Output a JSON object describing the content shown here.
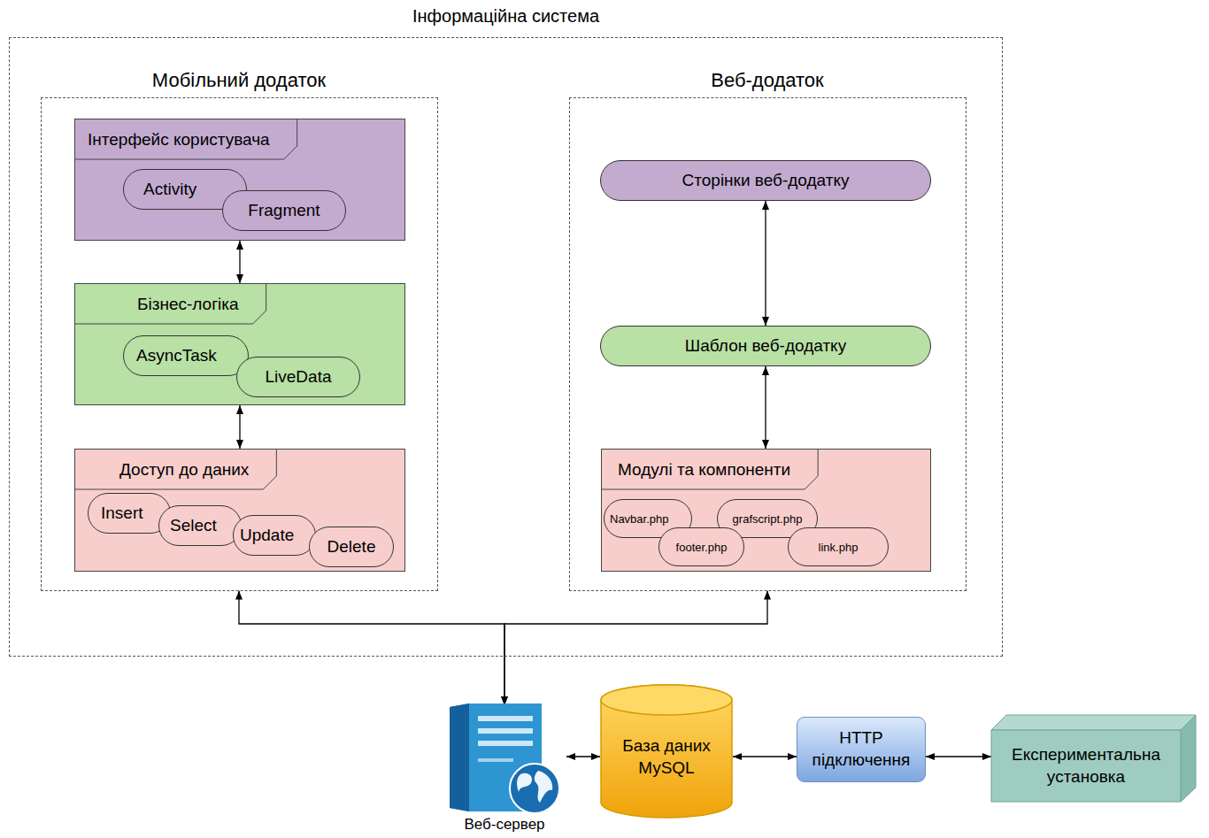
{
  "diagram": {
    "nodes": [
      {
        "text": [
          "Інформаційна система"
        ]
      },
      {
        "text": [
          "Мобільний додаток"
        ],
        "in": 0
      },
      {
        "text": [
          "Інтерфейс користувача"
        ],
        "in": 1
      },
      {
        "text": [
          "Activity"
        ],
        "in": 2
      },
      {
        "text": [
          "Fragment"
        ],
        "in": 2
      },
      {
        "text": [
          "Бізнес-логіка"
        ],
        "in": 1
      },
      {
        "text": [
          "AsyncTask"
        ],
        "in": 5
      },
      {
        "text": [
          "LiveData"
        ],
        "in": 5
      },
      {
        "text": [
          "Доступ до даних"
        ],
        "in": 1
      },
      {
        "text": [
          "Insert"
        ],
        "in": 8
      },
      {
        "text": [
          "Select"
        ],
        "in": 8
      },
      {
        "text": [
          "Update"
        ],
        "in": 8
      },
      {
        "text": [
          "Delete"
        ],
        "in": 8
      },
      {
        "text": [
          "Веб-додаток"
        ],
        "in": 0
      },
      {
        "text": [
          "Сторінки веб-додатку"
        ],
        "in": 13
      },
      {
        "text": [
          "Шаблон веб-додатку"
        ],
        "in": 13
      },
      {
        "text": [
          "Модулі та компоненти"
        ],
        "in": 13
      },
      {
        "text": [
          "Navbar.php"
        ],
        "in": 16
      },
      {
        "text": [
          "grafscript.php"
        ],
        "in": 16
      },
      {
        "text": [
          "footer.php"
        ],
        "in": 16
      },
      {
        "text": [
          "link.php"
        ],
        "in": 16
      },
      {
        "text": [
          "Веб-сервер"
        ]
      },
      {
        "text": [
          "База даних MySQL"
        ]
      },
      {
        "text": [
          "HTTP підключення"
        ]
      },
      {
        "text": [
          "Експериментальна установка"
        ]
      }
    ],
    "edges": [
      {
        "from": 2,
        "to": 5,
        "arrow": "both"
      },
      {
        "from": 5,
        "to": 8,
        "arrow": "both"
      },
      {
        "from": 14,
        "to": 15,
        "arrow": "both"
      },
      {
        "from": 15,
        "to": 16,
        "arrow": "both"
      },
      {
        "from": 21,
        "to": 1,
        "arrow": "both"
      },
      {
        "from": 21,
        "to": 13,
        "arrow": "both"
      },
      {
        "from": 21,
        "to": 22,
        "arrow": "both"
      },
      {
        "from": 22,
        "to": 23,
        "arrow": "both"
      },
      {
        "from": 23,
        "to": 24,
        "arrow": "both"
      }
    ]
  }
}
